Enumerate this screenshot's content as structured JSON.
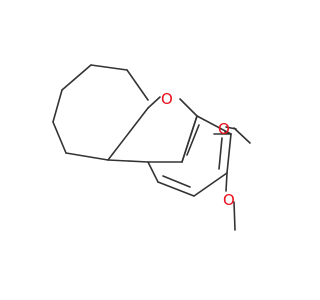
{
  "molecule": {
    "atoms": [
      {
        "id": "O1",
        "element": "O",
        "label": "O",
        "color": "#e8101a"
      },
      {
        "id": "O2",
        "element": "O",
        "label": "O",
        "color": "#e8101a"
      },
      {
        "id": "O3",
        "element": "O",
        "label": "O",
        "color": "#e8101a"
      }
    ],
    "bond_color": "#333333"
  }
}
